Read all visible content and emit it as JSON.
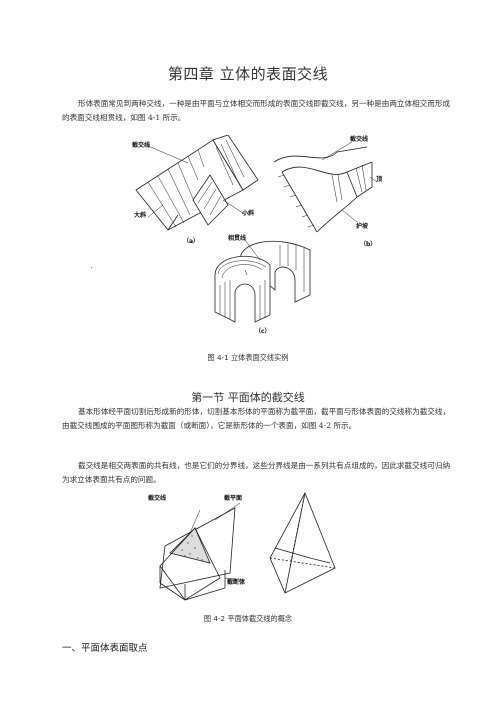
{
  "chapter_title": "第四章  立体的表面交线",
  "intro_paragraph": "形体表面常见到两种交线，一种是由平面与立体相交而形成的表面交线即截交线，另一种是由两立体相交而形成的表面交线相贯线，如图 4-1 所示。",
  "figure1": {
    "labels": {
      "a_jiejiaoxian": "截交线",
      "a_daxie": "大斜",
      "a_xiaoxie": "小斜",
      "a_tag": "（a）",
      "b_jiejiaoxian": "截交线",
      "b_fu": "顶",
      "b_hupo": "护坡",
      "b_tag": "（b）",
      "c_xiangguanxian": "相贯线",
      "c_tag": "（c）"
    },
    "caption": "图 4-1 立体表面交线实例"
  },
  "section_title": "第一节    平面体的截交线",
  "section_paragraph_1": "基本形体经平面切割后形成新的形体，切割基本形体的平面称为截平面，截平面与形体表面的交线称为截交线，由截交线围成的平面图形称为截面（或断面），它是新形体的一个表面，如图 4-2 所示。",
  "section_paragraph_2": "截交线是相交两表面的共有线，也是它们的分界线，这些分界线是由一系列共有点组成的，因此求截交线可归纳为求立体表面共有点的问题。",
  "figure2": {
    "labels": {
      "jiejiaoxian": "截交线",
      "jiepingmian": "截平面",
      "jieduanti": "截断体"
    },
    "caption": "图 4-2  平面体截交线的概念"
  },
  "subsection_title": "一、平面体表面取点"
}
